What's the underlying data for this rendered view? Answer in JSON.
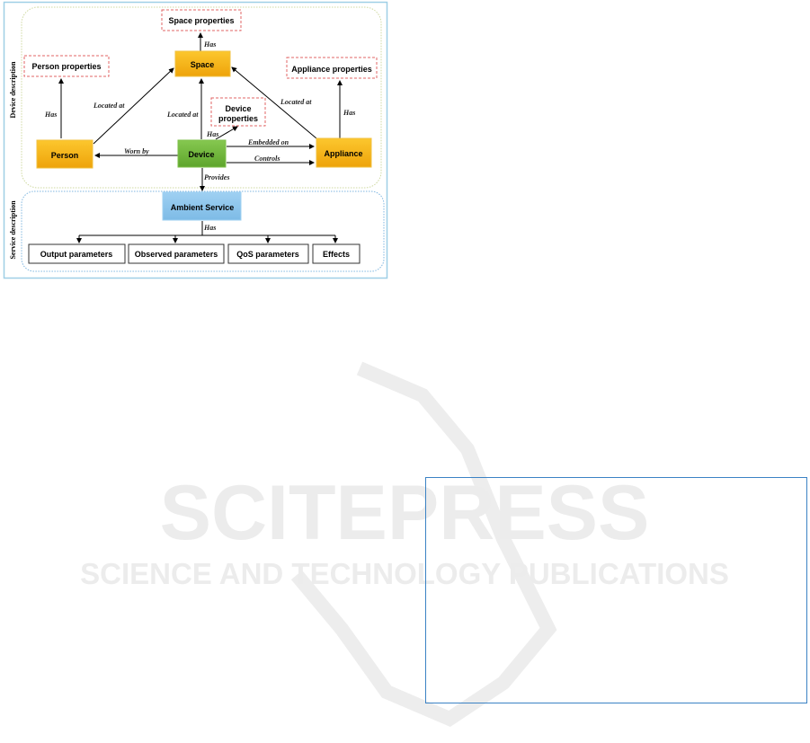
{
  "diagram": {
    "sections": {
      "device_description": "Device description",
      "service_description": "Service description"
    },
    "nodes": {
      "space_properties": "Space properties",
      "space": "Space",
      "person_properties": "Person properties",
      "appliance_properties": "Appliance properties",
      "device_properties_line1": "Device",
      "device_properties_line2": "properties",
      "person": "Person",
      "device": "Device",
      "appliance": "Appliance",
      "ambient_service": "Ambient Service",
      "output_parameters": "Output parameters",
      "observed_parameters": "Observed parameters",
      "qos_parameters": "QoS parameters",
      "effects": "Effects"
    },
    "relations": {
      "space_has": "Has",
      "person_has": "Has",
      "appliance_has": "Has",
      "device_has": "Has",
      "person_located_at": "Located at",
      "device_located_at": "Located at",
      "appliance_located_at": "Located at",
      "worn_by": "Worn by",
      "embedded_on": "Embedded on",
      "controls": "Controls",
      "provides": "Provides",
      "service_has": "Has"
    },
    "colors": {
      "orange": "#f7b21b",
      "green": "#72b83c",
      "blue": "#8ec6ec",
      "dashed_red": "#e06666"
    }
  },
  "watermark": {
    "line1": "SCITEPRESS",
    "line2": "SCIENCE AND TECHNOLOGY PUBLICATIONS"
  }
}
